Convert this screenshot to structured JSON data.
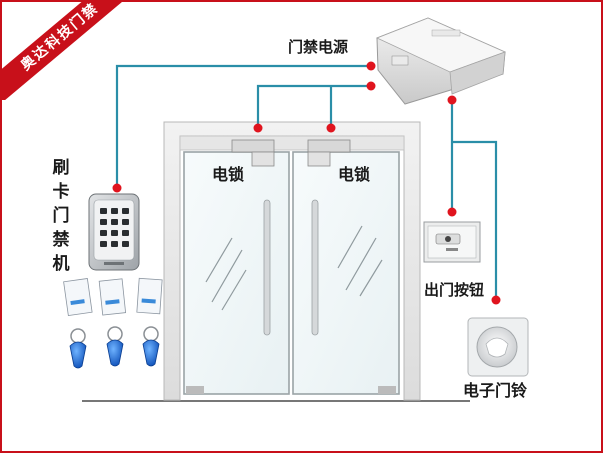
{
  "corner_banner": {
    "text": "奥达科技门禁"
  },
  "labels": {
    "power_supply": "门禁电源",
    "lock_left": "电锁",
    "lock_right": "电锁",
    "card_reader_chars": [
      "刷",
      "卡",
      "门",
      "禁",
      "机"
    ],
    "exit_button": "出门按钮",
    "doorbell": "电子门铃"
  },
  "colors": {
    "wire": "#2a8ea8",
    "node": "#e0141e",
    "frame_border": "#c8101a",
    "banner": "#c8101a"
  }
}
